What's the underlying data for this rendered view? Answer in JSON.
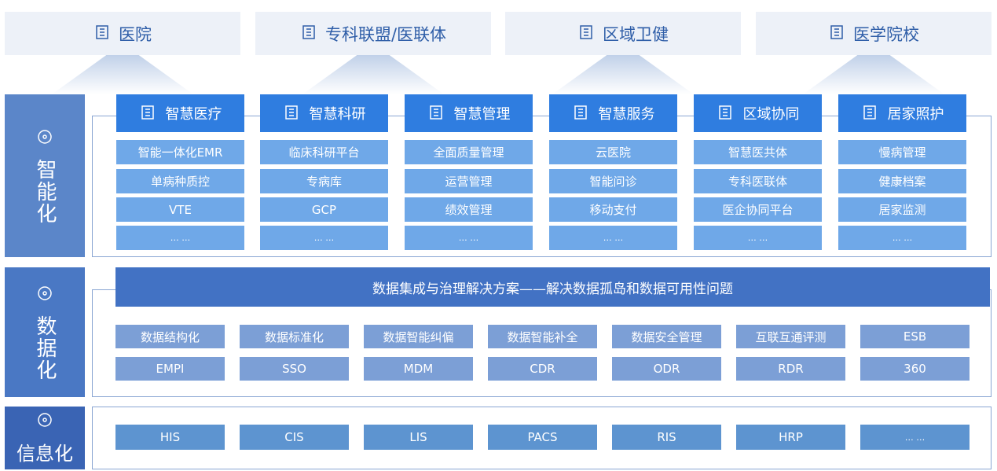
{
  "top_targets": [
    {
      "label": "医院",
      "icon": "hospital-icon"
    },
    {
      "label": "专科联盟/医联体",
      "icon": "buildings-icon"
    },
    {
      "label": "区域卫健",
      "icon": "government-building-icon"
    },
    {
      "label": "医学院校",
      "icon": "school-icon"
    }
  ],
  "layers": {
    "smart": {
      "label": "智能化",
      "icon": "atom-icon",
      "columns": [
        {
          "title": "智慧医疗",
          "icon": "edit-document-icon",
          "items": [
            "智能一体化EMR",
            "单病种质控",
            "VTE",
            "… …"
          ]
        },
        {
          "title": "智慧科研",
          "icon": "microscope-icon",
          "items": [
            "临床科研平台",
            "专病库",
            "GCP",
            "… …"
          ]
        },
        {
          "title": "智慧管理",
          "icon": "gear-icon",
          "items": [
            "全面质量管理",
            "运营管理",
            "绩效管理",
            "… …"
          ]
        },
        {
          "title": "智慧服务",
          "icon": "handshake-icon",
          "items": [
            "云医院",
            "智能问诊",
            "移动支付",
            "… …"
          ]
        },
        {
          "title": "区域协同",
          "icon": "org-chart-icon",
          "items": [
            "智慧医共体",
            "专科医联体",
            "医企协同平台",
            "… …"
          ]
        },
        {
          "title": "居家照护",
          "icon": "home-care-icon",
          "items": [
            "慢病管理",
            "健康档案",
            "居家监测",
            "… …"
          ]
        }
      ]
    },
    "data": {
      "label": "数据化",
      "icon": "swirl-icon",
      "banner": "数据集成与治理解决方案——解决数据孤岛和数据可用性问题",
      "row1": [
        "数据结构化",
        "数据标准化",
        "数据智能纠偏",
        "数据智能补全",
        "数据安全管理",
        "互联互通评测",
        "ESB"
      ],
      "row2": [
        "EMPI",
        "SSO",
        "MDM",
        "CDR",
        "ODR",
        "RDR",
        "360"
      ]
    },
    "info": {
      "label": "信息化",
      "icon": "chart-frame-icon",
      "items": [
        "HIS",
        "CIS",
        "LIS",
        "PACS",
        "RIS",
        "HRP",
        "… …"
      ]
    }
  },
  "colors": {
    "tab": "#2f7de0",
    "item": "#6fa8e8",
    "banner": "#4272c4",
    "side": "#5b86c9"
  }
}
